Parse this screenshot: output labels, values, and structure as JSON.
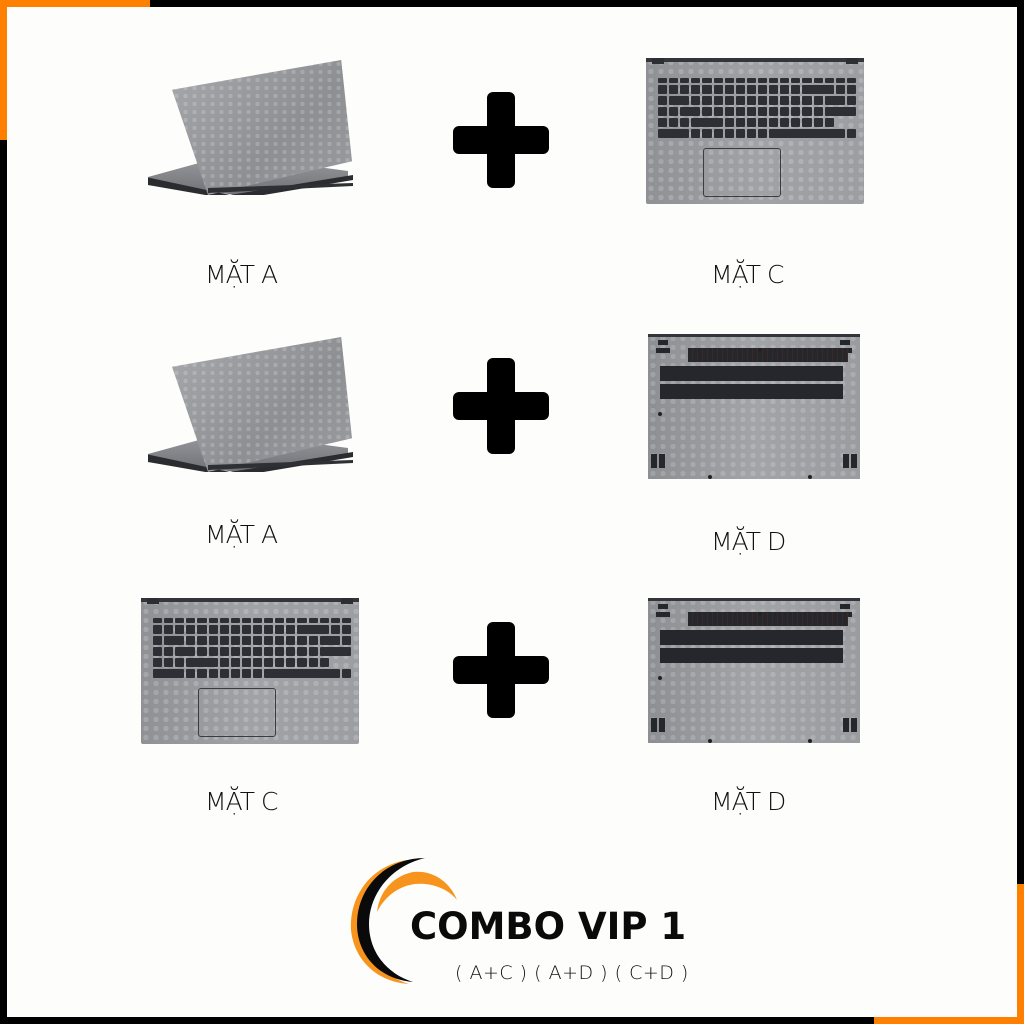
{
  "colors": {
    "accent": "#ff7f00",
    "frame": "#000000",
    "background": "#fdfdfb",
    "text": "#111111"
  },
  "rows": [
    {
      "left": {
        "type": "lid",
        "label": "MẶT A"
      },
      "operator": "plus-icon",
      "right": {
        "type": "deck",
        "label": "MẶT C"
      }
    },
    {
      "left": {
        "type": "lid",
        "label": "MẶT A"
      },
      "operator": "plus-icon",
      "right": {
        "type": "bottom",
        "label": "MẶT D"
      }
    },
    {
      "left": {
        "type": "deck",
        "label": "MẶT C"
      },
      "operator": "plus-icon",
      "right": {
        "type": "bottom",
        "label": "MẶT D"
      }
    }
  ],
  "logo": {
    "title": "COMBO VIP 1",
    "subtitle": "( A+C ) ( A+D ) ( C+D )"
  }
}
